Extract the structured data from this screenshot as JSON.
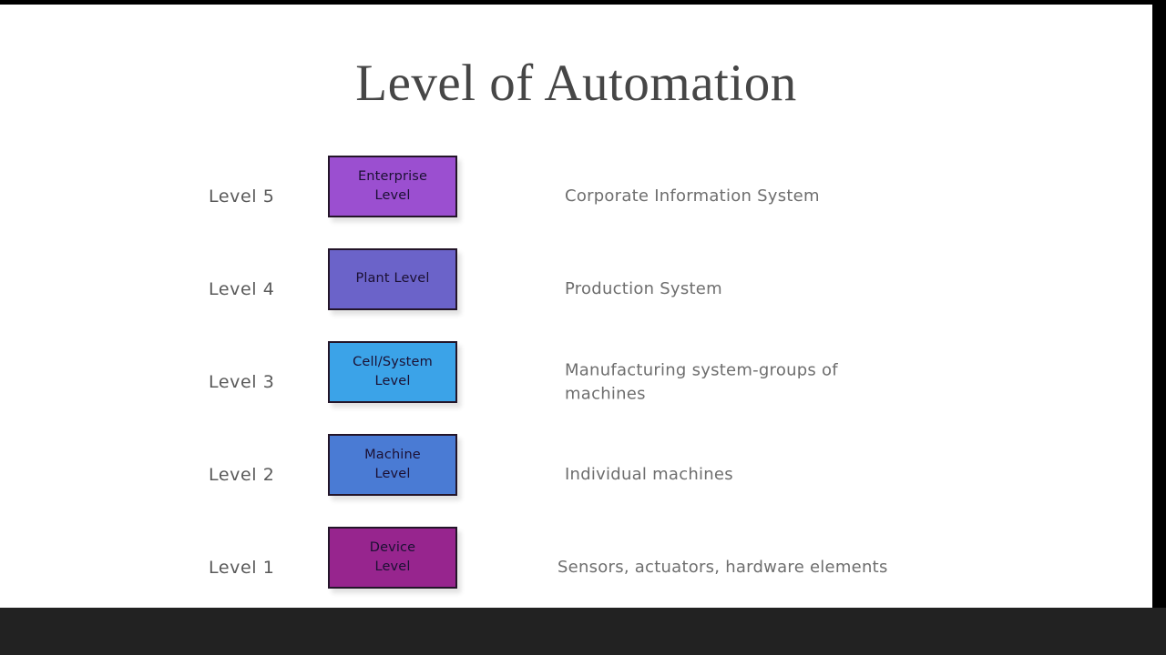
{
  "slide": {
    "title": "Level of Automation",
    "background_color": "#ffffff",
    "title_color": "#464646"
  },
  "chrome": {
    "top_bar_color": "#000000",
    "right_bar_color": "#000000",
    "bottom_bar_color": "#222222"
  },
  "levels": [
    {
      "label": "Level 5",
      "box_line1": "Enterprise",
      "box_line2": "Level",
      "box_text": "Enterprise\nLevel",
      "description": "Corporate Information System",
      "color": "#9B4FD0",
      "border_color": "#231529"
    },
    {
      "label": "Level 4",
      "box_line1": "Plant Level",
      "box_line2": "",
      "box_text": "Plant Level",
      "description": "Production System",
      "color": "#6B63C9",
      "border_color": "#231529"
    },
    {
      "label": "Level 3",
      "box_line1": "Cell/System",
      "box_line2": "Level",
      "box_text": "Cell/System\nLevel",
      "description": "Manufacturing system-groups of machines",
      "color": "#3BA3E8",
      "border_color": "#231529"
    },
    {
      "label": "Level 2",
      "box_line1": "Machine",
      "box_line2": "Level",
      "box_text": "Machine\nLevel",
      "description": "Individual machines",
      "color": "#4A7BD4",
      "border_color": "#231529"
    },
    {
      "label": "Level 1",
      "box_line1": "Device",
      "box_line2": "Level",
      "box_text": "Device\nLevel",
      "description": "Sensors, actuators, hardware elements",
      "color": "#97258E",
      "border_color": "#231529"
    }
  ]
}
